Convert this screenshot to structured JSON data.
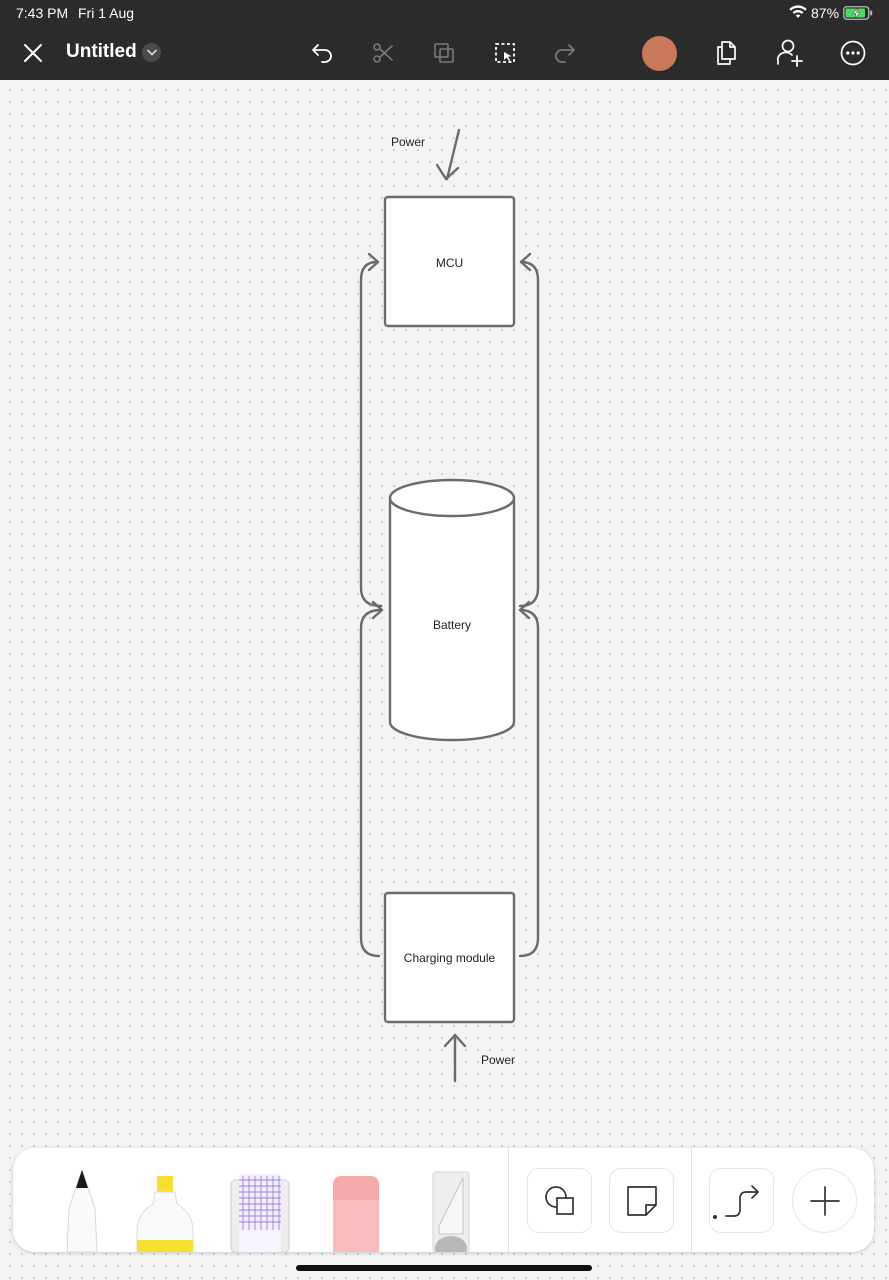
{
  "status_bar": {
    "time": "7:43 PM",
    "date": "Fri 1 Aug",
    "battery_percent": "87%"
  },
  "header": {
    "title": "Untitled",
    "avatar_color": "#c9785a",
    "icons": [
      "close-icon",
      "chevron-down-icon",
      "undo-icon",
      "scissors-icon",
      "duplicate-icon",
      "lasso-select-icon",
      "redo-icon",
      "pages-icon",
      "add-person-icon",
      "more-icon"
    ]
  },
  "diagram": {
    "nodes": {
      "mcu": "MCU",
      "battery": "Battery",
      "charging": "Charging module"
    },
    "labels": {
      "power_top": "Power",
      "power_bottom": "Power"
    },
    "stroke_color": "#6b6b6b"
  },
  "toolbar": {
    "tools": [
      "pen",
      "highlighter",
      "texture-brush",
      "eraser",
      "knife"
    ],
    "buttons": [
      "shapes",
      "sticky-note",
      "connector",
      "add"
    ],
    "highlighter_color": "#f5e030",
    "eraser_color": "#f6a9a9",
    "brush_color": "#9b7fe0"
  }
}
